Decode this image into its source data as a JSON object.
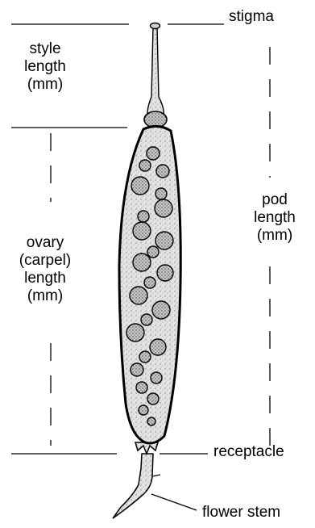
{
  "labels": {
    "stigma": "stigma",
    "style_length": [
      "style",
      "length",
      "(mm)"
    ],
    "ovary_length": [
      "ovary",
      "(carpel)",
      "length",
      "(mm)"
    ],
    "pod_length": [
      "pod",
      "length",
      "(mm)"
    ],
    "receptacle": "receptacle",
    "flower_stem": "flower stem"
  },
  "colors": {
    "ink": "#000000",
    "seed_fill": "#bdbdbd",
    "pod_fill": "#e9e9e9",
    "background": "#ffffff"
  }
}
